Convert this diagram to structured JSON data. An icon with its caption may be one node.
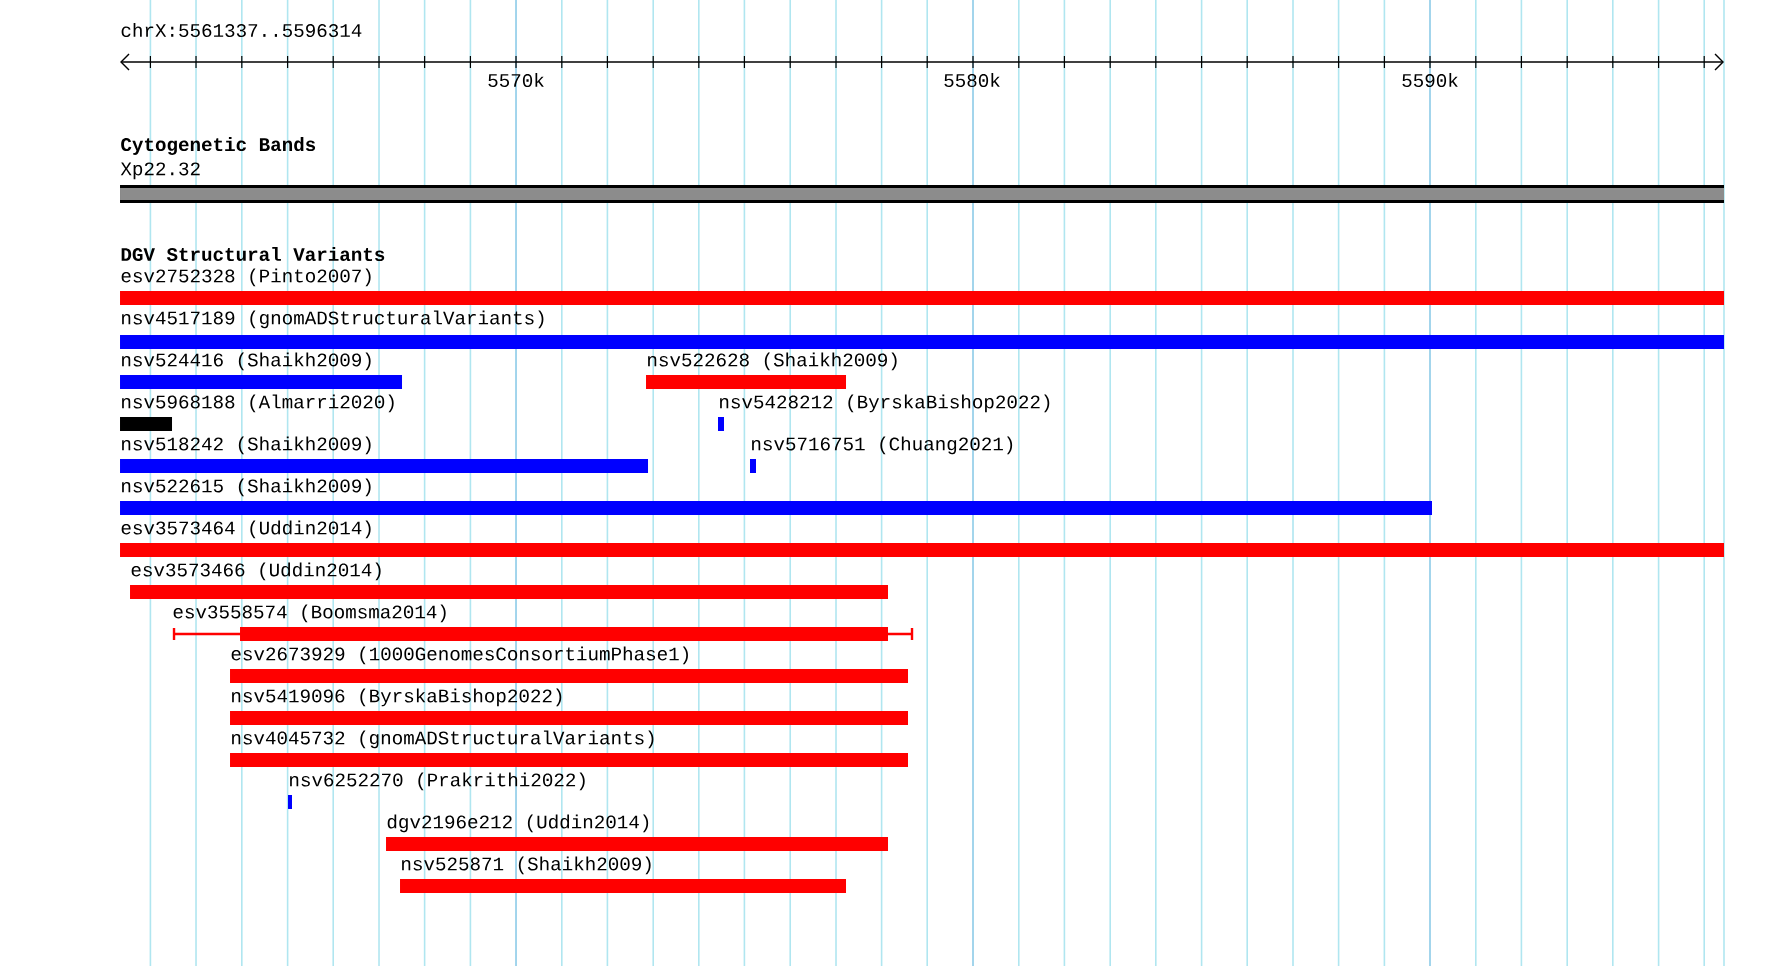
{
  "diagram": {
    "nodes": [
      {
        "text": [
          "Xp22.32"
        ]
      },
      {
        "text": [
          "esv2752328 (Pinto2007)"
        ]
      },
      {
        "text": [
          "nsv4517189 (gnomADStructuralVariants)"
        ]
      },
      {
        "text": [
          "nsv524416 (Shaikh2009)"
        ]
      },
      {
        "text": [
          "nsv522628 (Shaikh2009)"
        ]
      },
      {
        "text": [
          "nsv5968188 (Almarri2020)"
        ]
      },
      {
        "text": [
          "nsv5428212 (ByrskaBishop2022)"
        ]
      },
      {
        "text": [
          "nsv518242 (Shaikh2009)"
        ]
      },
      {
        "text": [
          "nsv5716751 (Chuang2021)"
        ]
      },
      {
        "text": [
          "nsv522615 (Shaikh2009)"
        ]
      },
      {
        "text": [
          "esv3573464 (Uddin2014)"
        ]
      },
      {
        "text": [
          "esv3573466 (Uddin2014)"
        ]
      },
      {
        "text": [
          "esv3558574 (Boomsma2014)"
        ]
      },
      {
        "text": [
          "esv2673929 (1000GenomesConsortiumPhase1)"
        ]
      },
      {
        "text": [
          "nsv5419096 (ByrskaBishop2022)"
        ]
      },
      {
        "text": [
          "nsv4045732 (gnomADStructuralVariants)"
        ]
      },
      {
        "text": [
          "nsv6252270 (Prakrithi2022)"
        ]
      },
      {
        "text": [
          "dgv2196e212 (Uddin2014)"
        ]
      },
      {
        "text": [
          "nsv525871 (Shaikh2009)"
        ]
      }
    ],
    "labels": [
      "chrX:5561337..5596314",
      "5570k",
      "5580k",
      "5590k",
      "Cytogenetic Bands",
      "DGV Structural Variants"
    ]
  }
}
